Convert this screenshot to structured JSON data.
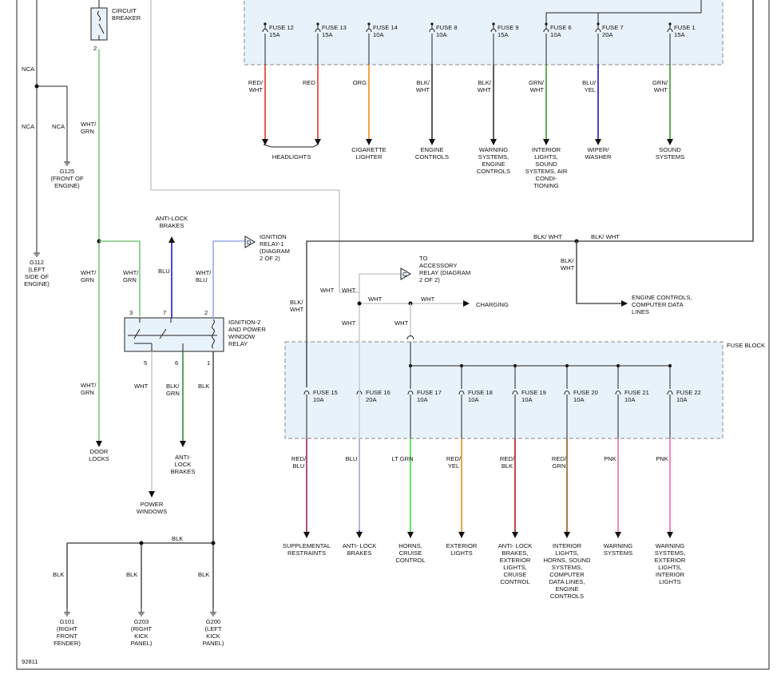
{
  "fuses_top": [
    {
      "name": "FUSE 12",
      "amps": "15A",
      "wire": "RED/ WHT",
      "color": "#e8322b"
    },
    {
      "name": "FUSE 13",
      "amps": "15A",
      "wire": "RED",
      "color": "#e8322b"
    },
    {
      "name": "FUSE 14",
      "amps": "10A",
      "wire": "ORG",
      "color": "#f08a1c",
      "dest": "CIGARETTE LIGHTER"
    },
    {
      "name": "FUSE 8",
      "amps": "10A",
      "wire": "BLK/ WHT",
      "color": "#333333",
      "dest": "ENGINE CONTROLS"
    },
    {
      "name": "FUSE 9",
      "amps": "15A",
      "wire": "BLK/ WHT",
      "color": "#333333",
      "dest": "WARNING SYSTEMS, ENGINE CONTROLS"
    },
    {
      "name": "FUSE 6",
      "amps": "10A",
      "wire": "GRN/ WHT",
      "color": "#3a9a2a",
      "dest": "INTERIOR LIGHTS, SOUND SYSTEMS, AIR CONDI- TIONING"
    },
    {
      "name": "FUSE 7",
      "amps": "20A",
      "wire": "BLU/ YEL",
      "color": "#1a1aa8",
      "dest": "WIPER/ WASHER"
    },
    {
      "name": "FUSE 1",
      "amps": "15A",
      "wire": "GRN/ WHT",
      "color": "#3a9a2a",
      "dest": "SOUND SYSTEMS"
    }
  ],
  "headlights_label": "HEADLIGHTS",
  "fuses_bottom": [
    {
      "name": "FUSE 15",
      "amps": "10A",
      "wire": "RED/ BLU",
      "color": "#a0206a",
      "dest": "SUPPLEMENTAL RESTRAINTS"
    },
    {
      "name": "FUSE 16",
      "amps": "20A",
      "wire": "BLU",
      "color": "#1a1ad8",
      "dest": "ANTI- LOCK BRAKES"
    },
    {
      "name": "FUSE 17",
      "amps": "10A",
      "wire": "LT GRN",
      "color": "#3ade3a",
      "dest": "HORNS, CRUISE CONTROL"
    },
    {
      "name": "FUSE 18",
      "amps": "10A",
      "wire": "RED/ YEL",
      "color": "#e08a20",
      "dest": "EXTERIOR LIGHTS"
    },
    {
      "name": "FUSE 19",
      "amps": "10A",
      "wire": "RED/ BLK",
      "color": "#b01a1a",
      "dest": "ANTI- LOCK BRAKES, EXTERIOR LIGHTS, CRUISE CONTROL"
    },
    {
      "name": "FUSE 20",
      "amps": "10A",
      "wire": "RED/ GRN",
      "color": "#8a5a20",
      "dest": "INTERIOR LIGHTS, HORNS, SOUND SYSTEMS, COMPUTER DATA LINES, ENGINE CONTROLS"
    },
    {
      "name": "FUSE 21",
      "amps": "10A",
      "wire": "PNK",
      "color": "#f06aa8",
      "dest": "WARNING SYSTEMS"
    },
    {
      "name": "FUSE 22",
      "amps": "10A",
      "wire": "PNK",
      "color": "#f06aa8",
      "dest": "WARNING SYSTEMS, EXTERIOR LIGHTS, INTERIOR LIGHTS"
    }
  ],
  "fuse_block_label": "FUSE BLOCK",
  "circuit_breaker": {
    "label": "CIRCUIT BREAKER",
    "pin": "2"
  },
  "nca_labels": [
    "NCA",
    "NCA",
    "NCA"
  ],
  "grounds": [
    {
      "id": "G125",
      "text": "(FRONT OF ENGINE)"
    },
    {
      "id": "G112",
      "text": "(LEFT SIDE OF ENGINE)"
    },
    {
      "id": "G101",
      "text": "(RIGHT FRONT FENDER)"
    },
    {
      "id": "G203",
      "text": "(RIGHT KICK PANEL)"
    },
    {
      "id": "G200",
      "text": "(LEFT KICK PANEL)"
    }
  ],
  "relay": {
    "label": "IGNITION-2 AND POWER WINDOW RELAY",
    "pins_top": [
      "3",
      "7",
      "2"
    ],
    "pins_bottom": [
      "5",
      "6",
      "1"
    ]
  },
  "relay_wires": {
    "wht_grn": "WHT/ GRN",
    "blu": "BLU",
    "wht_blu": "WHT/ BLU",
    "wht": "WHT",
    "blk_grn": "BLK/ GRN",
    "blk": "BLK",
    "blk_wht": "BLK/ WHT"
  },
  "destinations": {
    "anti_lock_top": "ANTI-LOCK BRAKES",
    "door_locks": "DOOR LOCKS",
    "power_windows": "POWER WINDOWS",
    "anti_lock_bottom": "ANTI- LOCK BRAKES",
    "charging": "CHARGING",
    "engine_controls": "ENGINE CONTROLS, COMPUTER DATA LINES"
  },
  "connectors": [
    {
      "letter": "D",
      "text": "IGNITION RELAY-1 (DIAGRAM 2 OF 2)"
    },
    {
      "letter": "C",
      "text": "TO ACCESSORY RELAY (DIAGRAM 2 OF 2)"
    }
  ],
  "figure_id": "92811"
}
